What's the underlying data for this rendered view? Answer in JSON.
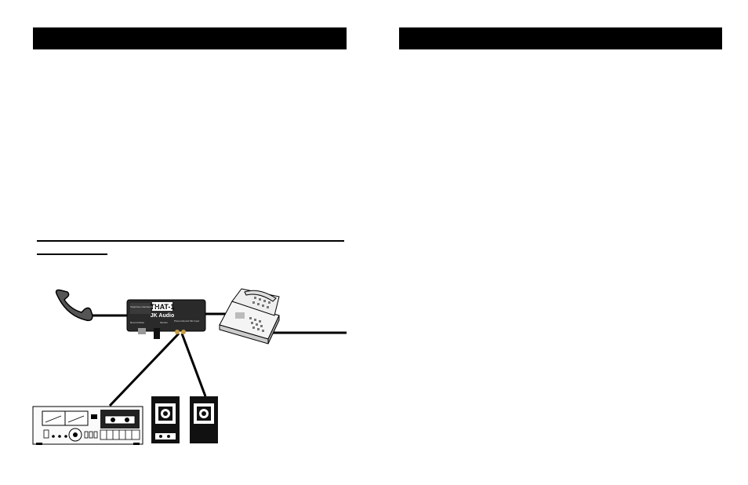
{
  "interface_box": {
    "brand": "THAT-1",
    "maker": "JK Audio",
    "side_label": "Telephone Handset Audio Tap",
    "switch_label": "Record Mode",
    "jack_labels": [
      "Monitor",
      "Phone Record",
      "Mic Input"
    ]
  }
}
